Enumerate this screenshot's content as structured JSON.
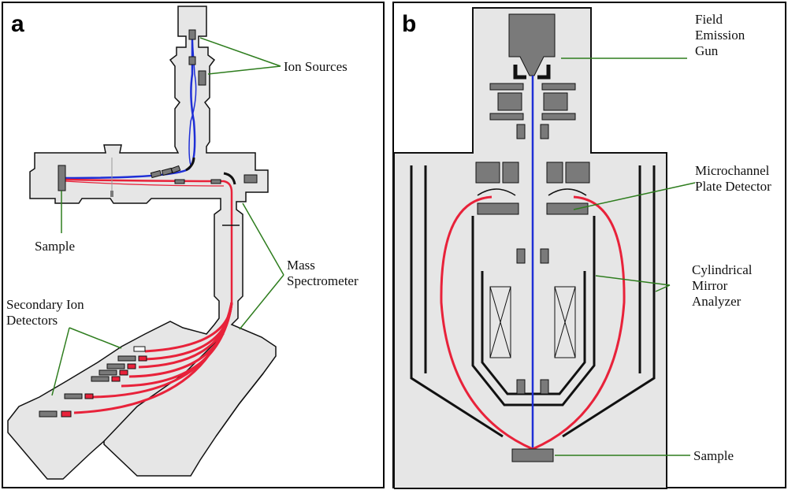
{
  "colors": {
    "chamber_fill": "#e6e6e6",
    "component_fill": "#7a7a7a",
    "primary_beam": "#1f2fd6",
    "secondary_beam": "#e8223a",
    "leader_line": "#2e7d1e"
  },
  "panel_a": {
    "letter": "a",
    "labels": {
      "ion_sources": "Ion Sources",
      "sample": "Sample",
      "mass_line1": "Mass",
      "mass_line2": "Spectrometer",
      "sec_line1": "Secondary Ion",
      "sec_line2": "Detectors"
    }
  },
  "panel_b": {
    "letter": "b",
    "labels": {
      "feg_line1": "Field",
      "feg_line2": "Emission",
      "feg_line3": "Gun",
      "mcp_line1": "Microchannel",
      "mcp_line2": "Plate Detector",
      "cma_line1": "Cylindrical",
      "cma_line2": "Mirror",
      "cma_line3": "Analyzer",
      "sample": "Sample"
    }
  }
}
